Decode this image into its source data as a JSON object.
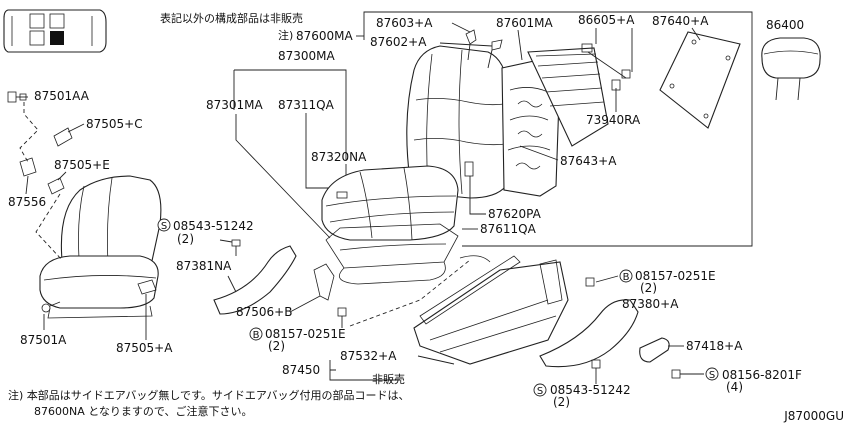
{
  "notes": {
    "not_sold_header": "表記以外の構成部品は非販売",
    "note_prefix": "注)",
    "footnote_line1": "注) 本部品はサイドエアバッグ無しです。サイドエアバッグ付用の部品コードは、",
    "footnote_line2": "87600NA となりますので、ご注意下さい。",
    "not_sold": "非販売",
    "diagram_code": "J87000GU"
  },
  "parts": {
    "p87600MA": "87600MA",
    "p87603A": "87603+A",
    "p87602A": "87602+A",
    "p87601MA": "87601MA",
    "p86605A": "86605+A",
    "p87640A": "87640+A",
    "p86400": "86400",
    "p73940RA": "73940RA",
    "p87643A": "87643+A",
    "p87620PA": "87620PA",
    "p87611QA": "87611QA",
    "p87300MA": "87300MA",
    "p87301MA": "87301MA",
    "p87311QA": "87311QA",
    "p87320NA": "87320NA",
    "p87501AA": "87501AA",
    "p87505C": "87505+C",
    "p87505E": "87505+E",
    "p87556": "87556",
    "p87501A": "87501A",
    "p87505A": "87505+A",
    "p08543a": "08543-51242",
    "p08543a_qty": "(2)",
    "p87381NA": "87381NA",
    "p87506B": "87506+B",
    "p08157b": "08157-0251E",
    "p08157b_qty": "(2)",
    "p08157a": "08157-0251E",
    "p08157a_qty": "(2)",
    "p87380A": "87380+A",
    "p87418A": "87418+A",
    "p08156": "08156-8201F",
    "p08156_qty": "(4)",
    "p08543b": "08543-51242",
    "p08543b_qty": "(2)",
    "p87450": "87450",
    "p87532A": "87532+A"
  },
  "markers": {
    "s_symbol": "S",
    "b_symbol": "B"
  }
}
